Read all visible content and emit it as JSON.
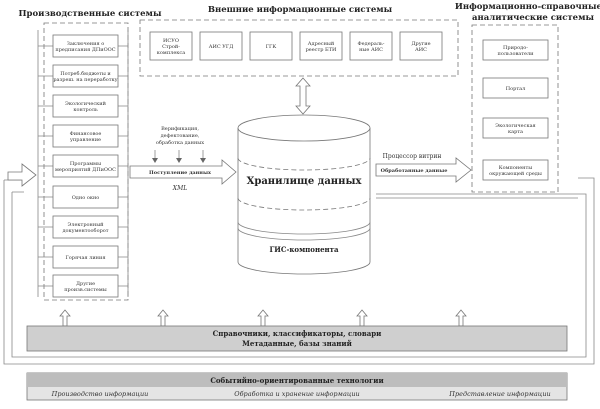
{
  "production": {
    "title": "Производственные системы",
    "items": [
      [
        "Заключения о",
        "предписания ДПиООС"
      ],
      [
        "Потреб.бюджеты и",
        "разреш. на переработку"
      ],
      [
        "Экологический",
        "контроль"
      ],
      [
        "Финансовое",
        "управление"
      ],
      [
        "Программы",
        "мероприятий ДПиООС"
      ],
      [
        "Одно окно"
      ],
      [
        "Электронный",
        "документооборот"
      ],
      [
        "Горячая линия"
      ],
      [
        "Другие",
        "произв.системы"
      ]
    ]
  },
  "external": {
    "title": "Внешние информационные системы",
    "items": [
      [
        "ИСУО",
        "Строй-",
        "комплекса"
      ],
      [
        "АИС УГД"
      ],
      [
        "ГГК"
      ],
      [
        "Адресный",
        "реестр БТИ"
      ],
      [
        "Федераль-",
        "ные АИС"
      ],
      [
        "Другие",
        "АИС"
      ]
    ]
  },
  "reference": {
    "title_line1": "Информационно-справочные и",
    "title_line2": "аналитические системы",
    "items": [
      [
        "Природо-",
        "пользователи"
      ],
      [
        "Портал"
      ],
      [
        "Экологическая",
        "карта"
      ],
      [
        "Компоненты",
        "окружающей среды"
      ]
    ]
  },
  "storage": {
    "title": "Хранилище данных",
    "gis": "ГИС-компонента"
  },
  "input_flow": {
    "steps_line1": "Верификация,",
    "steps_line2": "дефектование,",
    "steps_line3": "обработка данных",
    "label": "Поступление данных",
    "format": "XML"
  },
  "output_flow": {
    "processor": "Процессор витрин",
    "label": "Обработанные данные"
  },
  "metadata_bar": {
    "line1": "Справочники, классификаторы, словари",
    "line2": "Метаданные, базы знаний"
  },
  "event_bar": {
    "title": "Событийно-ориентированные технологии",
    "stages": [
      "Производство информации",
      "Обработка и хранение информации",
      "Представление информации"
    ]
  }
}
